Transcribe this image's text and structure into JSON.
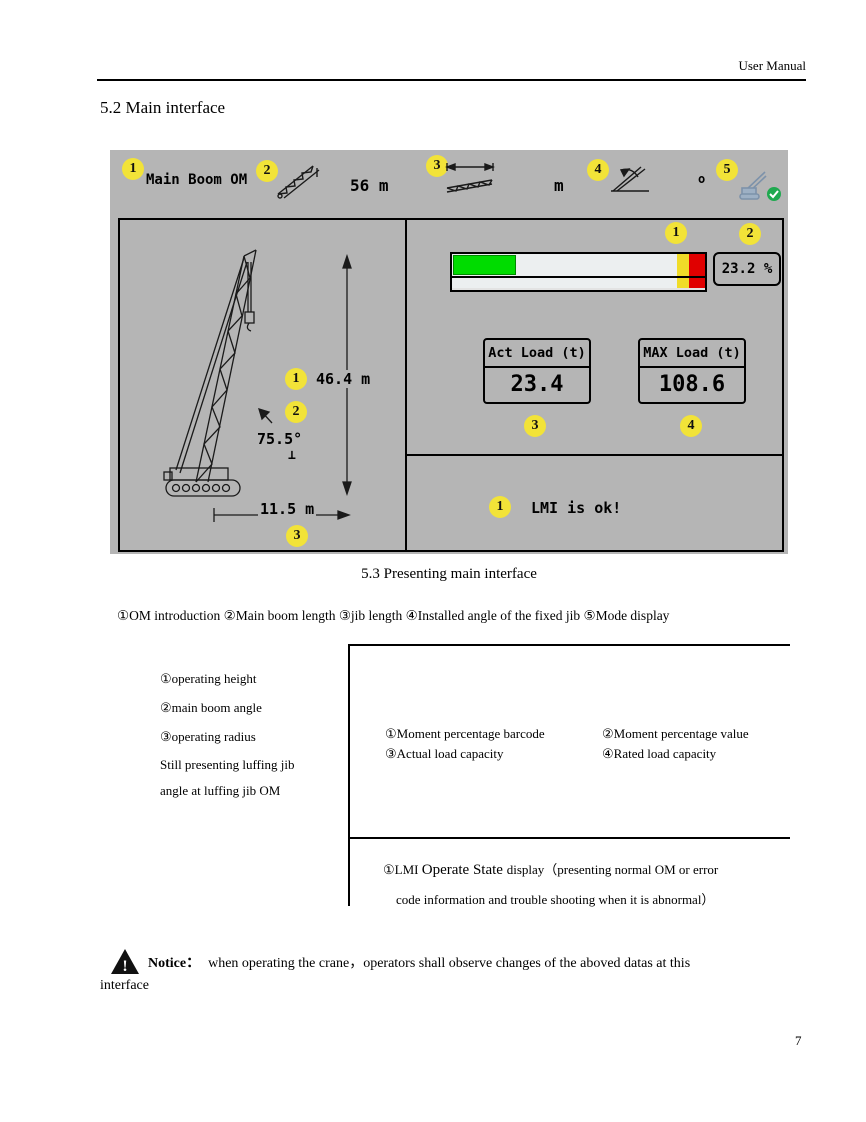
{
  "colors": {
    "display_bg": "#b5b5b5",
    "badge_yellow": "#f2e338",
    "bar_green": "#00dc00",
    "bar_yellow": "#f0dc28",
    "bar_red": "#e00000",
    "check_green": "#1fa94f",
    "mode_icon_blue": "#8aa0b8"
  },
  "badges": {
    "one": "1",
    "two": "2",
    "three": "3",
    "four": "4",
    "five": "5"
  },
  "header": {
    "title": "User Manual"
  },
  "section": {
    "title": "5.2 Main interface"
  },
  "display": {
    "top_bar": {
      "om_label": "Main Boom OM",
      "boom_length": "56 m",
      "jib_length_unit": "m",
      "jib_angle_unit": "o"
    },
    "left_panel": {
      "operating_height": "46.4 m",
      "boom_angle": "75.5°",
      "perp_symbol": "⊥",
      "operating_radius": "11.5 m"
    },
    "right_panel": {
      "moment_value": "23.2 %",
      "act_load_label": "Act Load (t)",
      "act_load_value": "23.4",
      "max_load_label": "MAX Load (t)",
      "max_load_value": "108.6"
    },
    "status_panel": {
      "status_text": "LMI is ok!"
    }
  },
  "caption": "5.3 Presenting main interface",
  "legend": "①OM introduction ②Main boom length ③jib length ④Installed angle of the fixed jib  ⑤Mode display",
  "table": {
    "left_items": [
      "①operating height",
      "②main boom angle",
      "③operating radius",
      "Still presenting luffing jib",
      "angle at luffing jib OM"
    ],
    "moment_barcode": "①Moment percentage barcode",
    "moment_value": "②Moment percentage value",
    "actual_load": "③Actual load capacity",
    "rated_load": "④Rated load capacity",
    "lmi_prefix": "①LMI ",
    "lmi_state": "Operate State ",
    "lmi_rest": "display（presenting normal OM or error",
    "lmi_line2": "code information and trouble shooting when it is abnormal）"
  },
  "notice": {
    "exclamation": "!",
    "label": "Notice：",
    "line1": "when operating the crane，operators shall observe changes of the aboved datas at this",
    "line2": "interface"
  },
  "page_number": "7"
}
